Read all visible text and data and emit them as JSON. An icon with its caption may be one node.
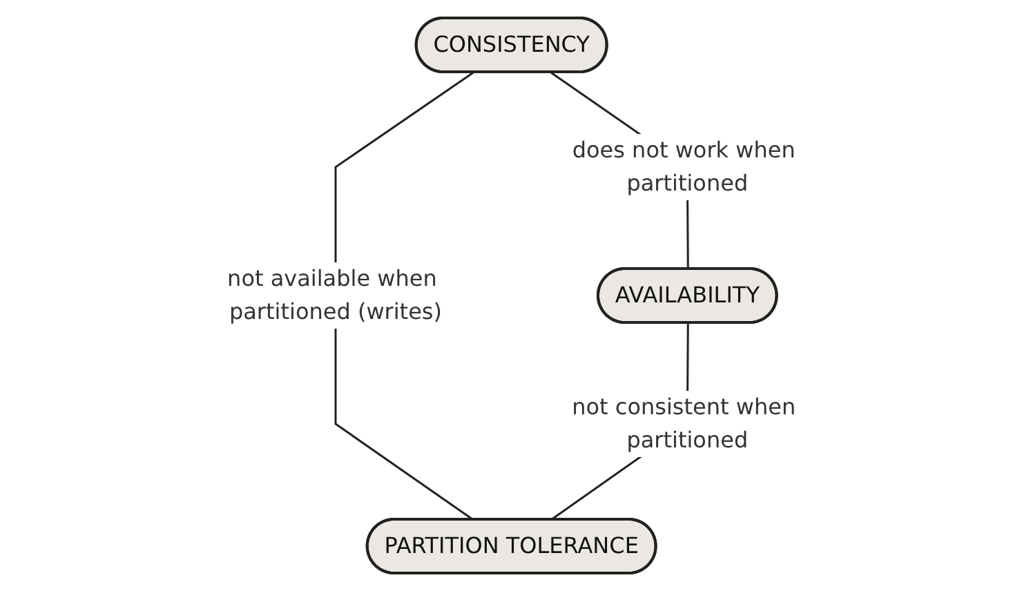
{
  "diagram": {
    "nodes": [
      {
        "text": [
          "CONSISTENCY"
        ]
      },
      {
        "text": [
          "AVAILABILITY"
        ]
      },
      {
        "text": [
          "PARTITION TOLERANCE"
        ]
      }
    ],
    "edges": [
      {
        "from": 0,
        "to": 1,
        "arrow": "none",
        "label": "does not work when partitioned"
      },
      {
        "from": 0,
        "to": 2,
        "arrow": "none",
        "label": "not available when partitioned (writes)"
      },
      {
        "from": 1,
        "to": 2,
        "arrow": "none",
        "label": "not consistent when partitioned"
      }
    ]
  }
}
